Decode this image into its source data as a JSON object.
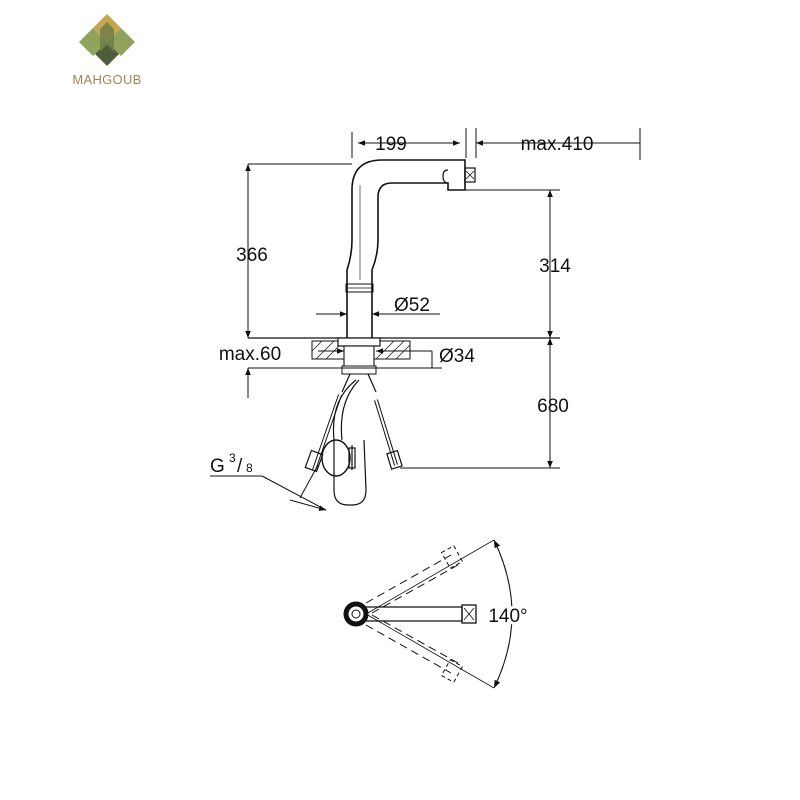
{
  "brand": {
    "name": "MAHGOUB",
    "colors": {
      "gold": "#c3a64f",
      "green": "#8fa45a",
      "dark_green": "#4c5f3a",
      "text": "#9a8a52"
    }
  },
  "drawing": {
    "line_color": "#111111",
    "dimensions": {
      "spout_reach": "199",
      "pull_out": "max.410",
      "total_height": "366",
      "spout_height": "314",
      "base_diameter": "Ø52",
      "deck_thickness": "max.60",
      "hole_diameter": "Ø34",
      "hose_length": "680",
      "connection_thread": "G",
      "connection_num": "3",
      "connection_den": "8",
      "swivel_angle": "140°"
    }
  }
}
